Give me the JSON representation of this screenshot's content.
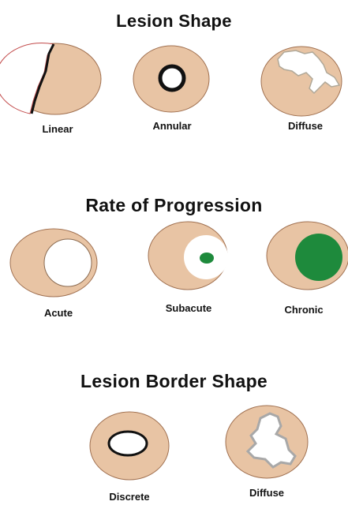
{
  "sections": [
    {
      "title": "Lesion Shape",
      "labels": [
        "Linear",
        "Annular",
        "Diffuse"
      ]
    },
    {
      "title": "Rate of Progression",
      "labels": [
        "Acute",
        "Subacute",
        "Chronic"
      ]
    },
    {
      "title": "Lesion Border Shape",
      "labels": [
        "Discrete",
        "Diffuse"
      ]
    }
  ],
  "colors": {
    "disc": "#E8C4A4",
    "lesion": "#FFFFFF",
    "chronic": "#1E8A3C",
    "outline": "#111111"
  }
}
